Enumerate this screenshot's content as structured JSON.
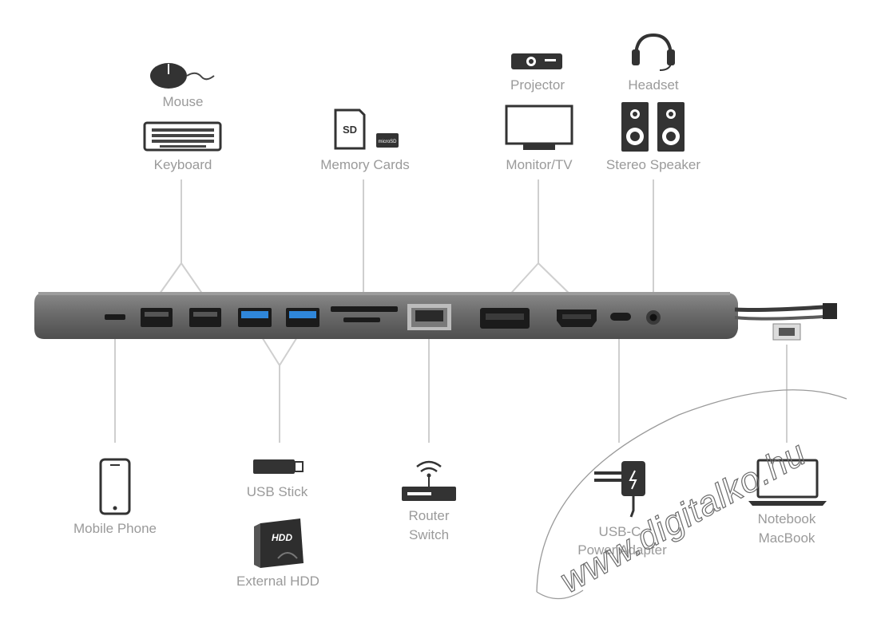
{
  "labels": {
    "mouse": "Mouse",
    "keyboard": "Keyboard",
    "memory_cards": "Memory Cards",
    "sd_card": "SD",
    "microsd_card": "microSD",
    "projector": "Projector",
    "monitor_tv": "Monitor/TV",
    "headset": "Headset",
    "stereo_speaker": "Stereo Speaker",
    "mobile_phone": "Mobile Phone",
    "usb_stick": "USB Stick",
    "external_hdd": "External HDD",
    "hdd_badge": "HDD",
    "router": "Router",
    "switch": "Switch",
    "usbc_line1": "USB-C",
    "usbc_line2": "Power Adapter",
    "notebook": "Notebook",
    "macbook": "MacBook"
  },
  "watermark": "www.digitalko.hu",
  "colors": {
    "label": "#9a9a9a",
    "connector": "#cfcfcf",
    "icon": "#333333",
    "hub_body": "#6b6b6b",
    "usb3_blue": "#2f86d9"
  }
}
